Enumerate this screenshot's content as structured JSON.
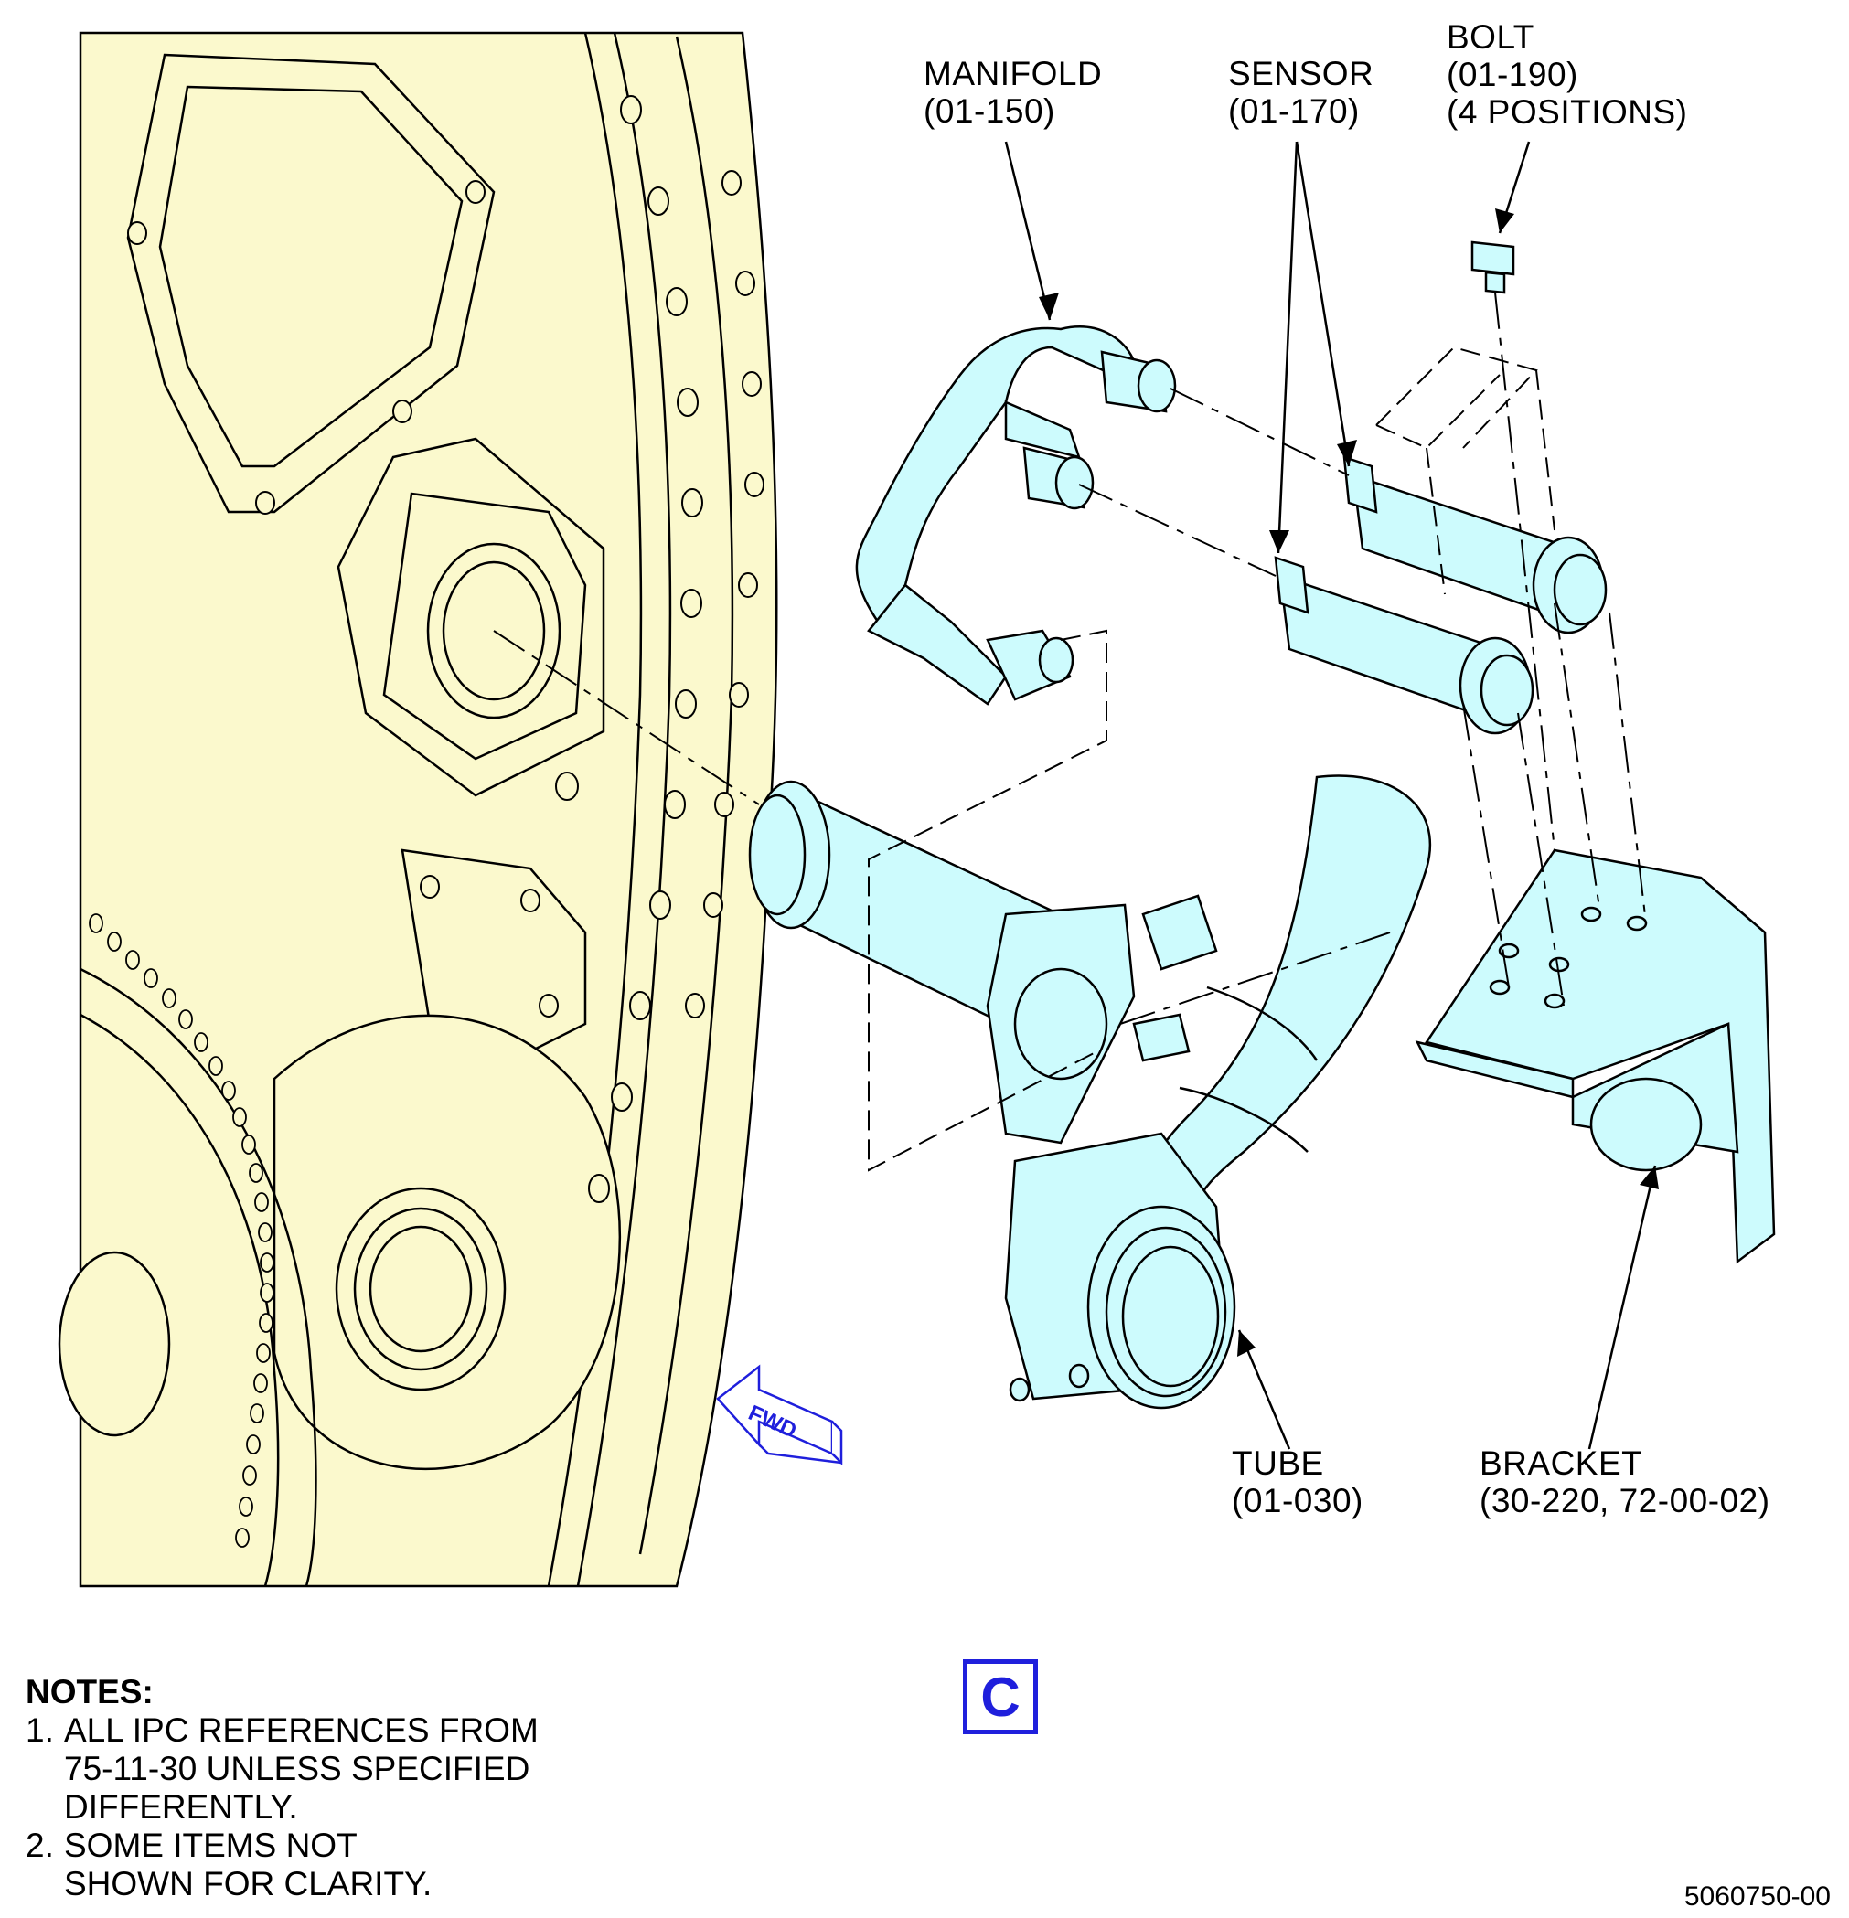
{
  "callouts": {
    "manifold": {
      "name": "MANIFOLD",
      "ref": "(01-150)"
    },
    "sensor": {
      "name": "SENSOR",
      "ref": "(01-170)"
    },
    "bolt": {
      "name": "BOLT",
      "ref": "(01-190)",
      "qty": "(4 POSITIONS)"
    },
    "tube": {
      "name": "TUBE",
      "ref": "(01-030)"
    },
    "bracket": {
      "name": "BRACKET",
      "ref": "(30-220, 72-00-02)"
    }
  },
  "fwd_label": "FWD",
  "view_letter": "C",
  "notes": {
    "heading": "NOTES:",
    "items": [
      {
        "num": "1.",
        "text": "ALL IPC REFERENCES FROM\n75-11-30 UNLESS SPECIFIED\nDIFFERENTLY."
      },
      {
        "num": "2.",
        "text": "SOME ITEMS NOT\nSHOWN FOR CLARITY."
      }
    ]
  },
  "drawing_number": "5060750-00",
  "colors": {
    "engine_fill": "#fbf9cd",
    "part_fill": "#cdfbfd",
    "view_accent": "#1f1fdc",
    "line": "#000000"
  }
}
